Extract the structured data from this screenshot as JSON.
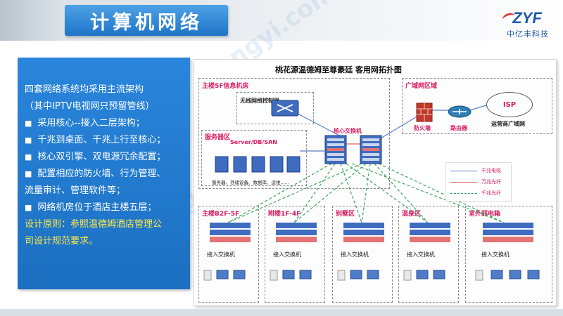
{
  "header": {
    "title": "计算机网络",
    "logo_mark": "ZYF",
    "logo_text": "中亿丰科技"
  },
  "left_panel": {
    "lines": [
      "四套网络系统均采用主流架构",
      "（其中IPTV电视网只预留管线）",
      "采用核心--接入二层架构；",
      "千兆到桌面、千兆上行至核心；",
      "核心双引擎、双电源冗余配置；",
      "配置相应的防火墙、行为管理、",
      "流量审计、管理软件等；",
      "网络机房位于酒店主楼五层；"
    ],
    "design_line1": "设计原则：参照温德姆酒店管理公",
    "design_line2": "司设计规范要求。"
  },
  "diagram": {
    "title": "桃花源温德姆至尊豪廷  客用网拓扑图",
    "zones": {
      "main5f": "主楼5F信息机房",
      "wan": "广域网区域",
      "server": "服务器区",
      "b2f": "主楼B2F-5F",
      "annex": "附楼1F-4F",
      "villa": "别墅区",
      "spa": "温泉区",
      "outdoor": "室外弱电箱"
    },
    "labels": {
      "wlc": "无线网络控制器",
      "core": "核心交换机",
      "server_db_san": "Server/DB/SAN",
      "server_desc": "服务器、存储设备、数据库、运维......",
      "firewall": "防火墙",
      "router": "路由器",
      "isp": "ISP",
      "carrier_wan": "运营商广域网",
      "access_switch": "接入交换机"
    },
    "legend": [
      {
        "label": "千兆电缆",
        "color": "#5b7fc4",
        "style": "solid"
      },
      {
        "label": "万兆光纤",
        "color": "#e06666",
        "style": "solid"
      },
      {
        "label": "千兆光纤",
        "color": "#3aa55a",
        "style": "dashed"
      }
    ]
  },
  "colors": {
    "title_blue": "#2a86dc",
    "accent_red": "#d81b60",
    "design_yellow": "#ffe94a",
    "device_blue": "#3f6cc0"
  }
}
